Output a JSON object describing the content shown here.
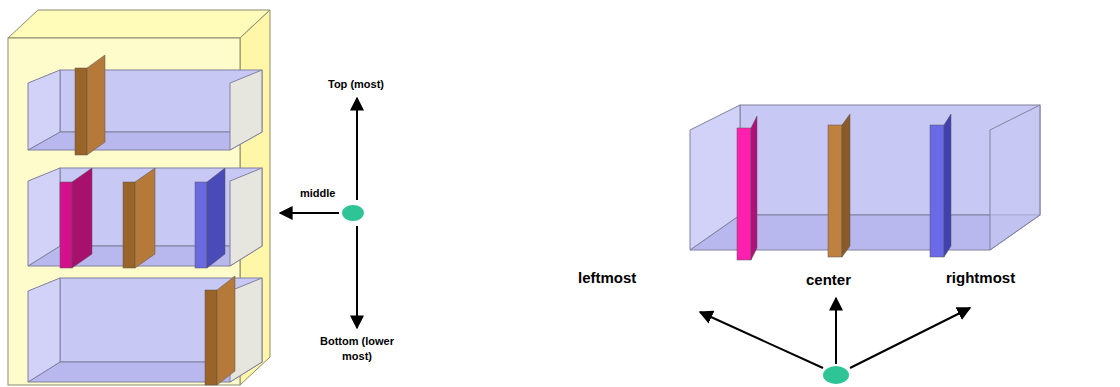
{
  "diagram": {
    "labels": [
      "Top (most)",
      "middle",
      "Bottom (lower most)",
      "leftmost",
      "center",
      "rightmost"
    ]
  }
}
